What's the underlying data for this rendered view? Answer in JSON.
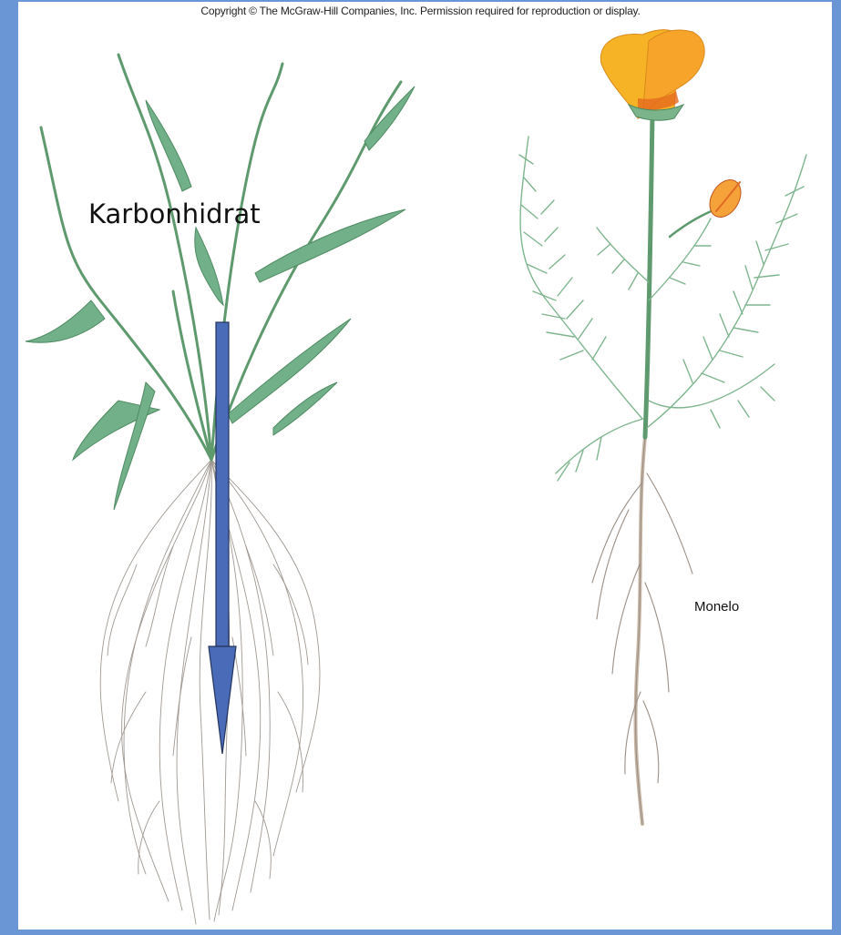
{
  "copyright": "Copyright © The McGraw-Hill Companies, Inc. Permission required for reproduction or display.",
  "labels": {
    "arrow_label": "Karbonhidrat",
    "plant_label": "Monelo"
  },
  "colors": {
    "frame": "#6b96d6",
    "arrow": "#4a6cb8",
    "leaf": "#6aa87a",
    "petal": "#f4b324",
    "root": "#9a8f86"
  }
}
